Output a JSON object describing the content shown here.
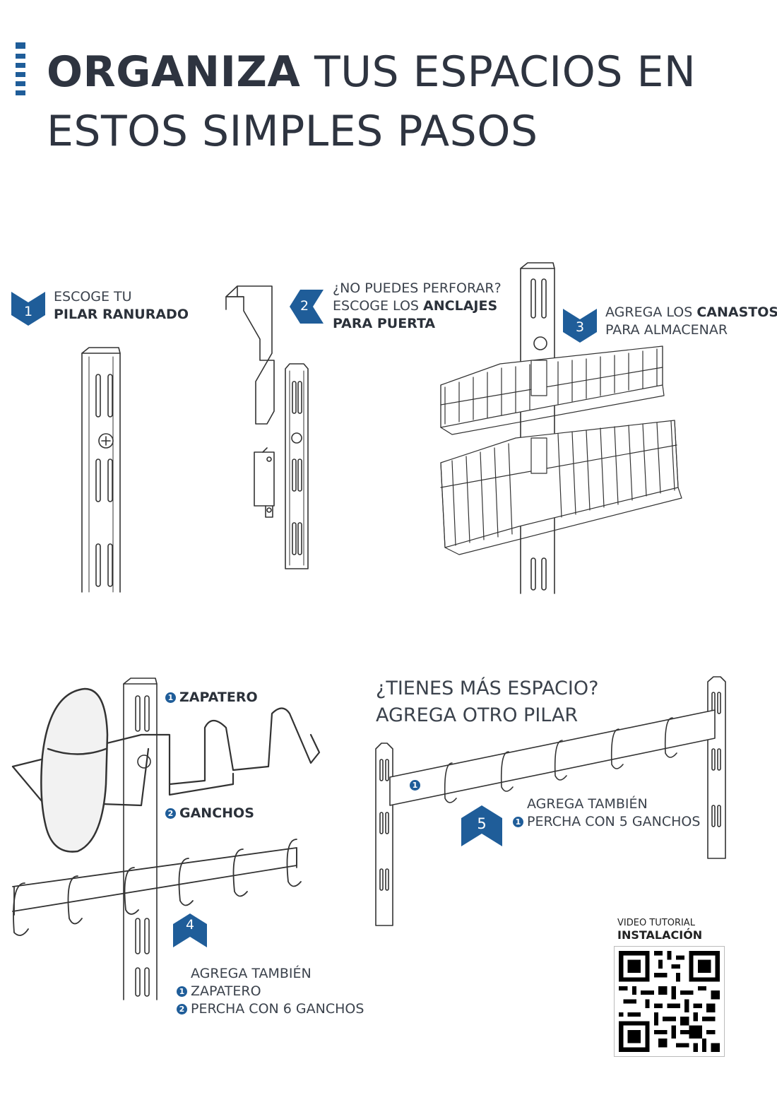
{
  "header": {
    "title_bold": "ORGANIZA",
    "title_rest": "TUS ESPACIOS EN",
    "title_line2": "ESTOS SIMPLES PASOS"
  },
  "colors": {
    "accent": "#1f5d99",
    "text": "#2e3440",
    "line": "#333333"
  },
  "steps": [
    {
      "number": "1",
      "line1": "ESCOGE TU",
      "line2_bold": "PILAR RANURADO"
    },
    {
      "number": "2",
      "line1": "¿NO PUEDES PERFORAR?",
      "line2_pre": "ESCOGE LOS ",
      "line2_bold": "ANCLAJES",
      "line3_bold": "PARA PUERTA"
    },
    {
      "number": "3",
      "line1_pre": "AGREGA LOS ",
      "line1_bold": "CANASTOS",
      "line2": "PARA ALMACENAR"
    },
    {
      "number": "4",
      "label_1": "ZAPATERO",
      "label_2": "GANCHOS",
      "intro": "AGREGA TAMBIÉN",
      "item1": "ZAPATERO",
      "item2": "PERCHA CON 6 GANCHOS",
      "marker1": "1",
      "marker2": "2"
    },
    {
      "number": "5",
      "title_line1": "¿TIENES MÁS ESPACIO?",
      "title_line2": "AGREGA OTRO PILAR",
      "intro": "AGREGA TAMBIÉN",
      "item1": "PERCHA CON 5 GANCHOS",
      "marker1": "1"
    }
  ],
  "qr": {
    "line1": "VIDEO TUTORIAL",
    "line2": "INSTALACIÓN"
  }
}
